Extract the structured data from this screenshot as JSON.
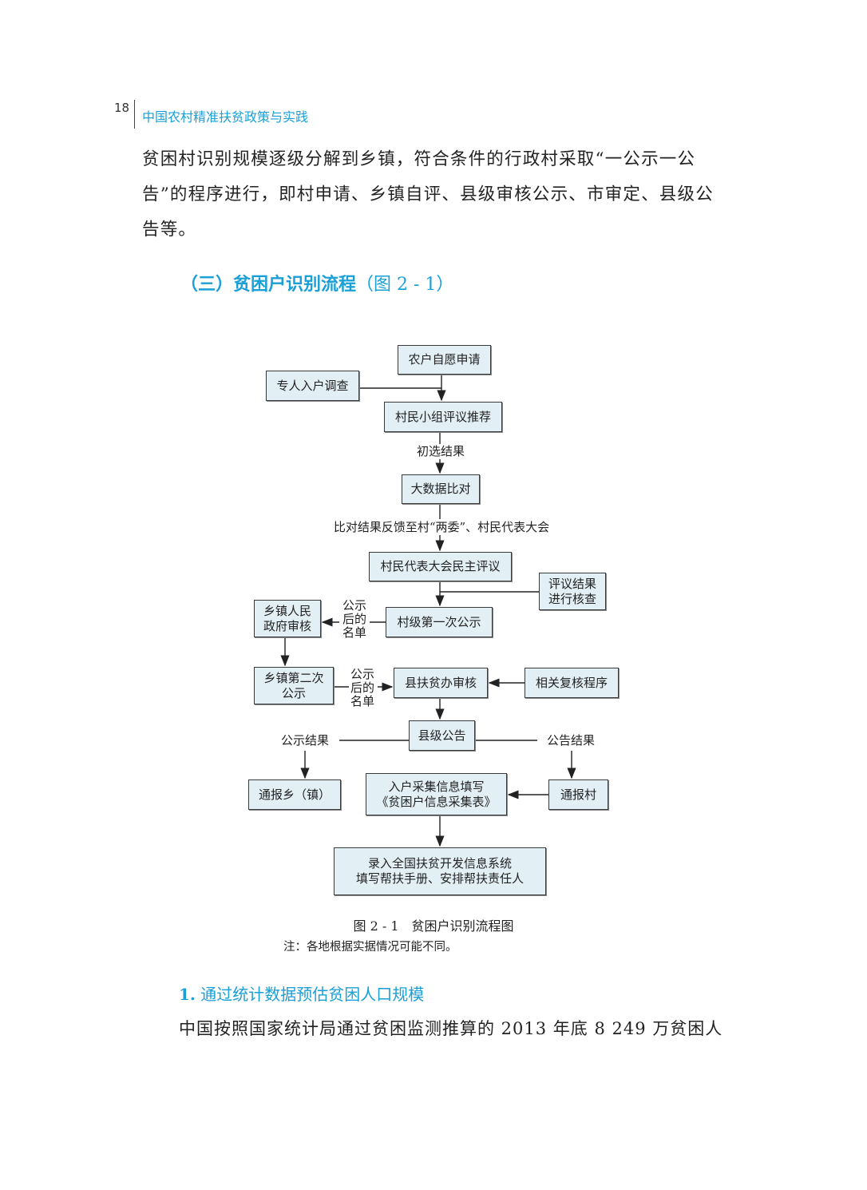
{
  "header": {
    "page_number": "18",
    "book_title": "中国农村精准扶贫政策与实践"
  },
  "paragraph1": [
    "贫困村识别规模逐级分解到乡镇，符合条件的行政村采取“一公示一公",
    "告”的程序进行，即村申请、乡镇自评、县级审核公示、市审定、县级公",
    "告等。"
  ],
  "section": {
    "title": "（三）贫困户识别流程",
    "figref": "（图 2 - 1）"
  },
  "flow": {
    "b1": "农户自愿申请",
    "b2": "专人入户调查",
    "b3": "村民小组评议推荐",
    "l1": "初选结果",
    "b4": "大数据比对",
    "l2": "比对结果反馈至村“两委”、村民代表大会",
    "b5": "村民代表大会民主评议",
    "b6a": "评议结果",
    "b6b": "进行核查",
    "b7": "村级第一次公示",
    "b8a": "乡镇人民",
    "b8b": "政府审核",
    "l3": [
      "公示",
      "后的",
      "名单"
    ],
    "b9a": "乡镇第二次",
    "b9b": "公示",
    "l4": [
      "公示",
      "后的",
      "名单"
    ],
    "b10": "县扶贫办审核",
    "b11": "相关复核程序",
    "b12": "县级公告",
    "l5": "公示结果",
    "l6": "公告结果",
    "b13": "通报乡（镇）",
    "b14a": "入户采集信息填写",
    "b14b": "《贫困户信息采集表》",
    "b15": "通报村",
    "b16a": "录入全国扶贫开发信息系统",
    "b16b": "填写帮扶手册、安排帮扶责任人"
  },
  "caption": "图 2 - 1　贫困户识别流程图",
  "note": "注：各地根据实据情况可能不同。",
  "subsection": {
    "num": "1.",
    "title": "通过统计数据预估贫困人口规模"
  },
  "paragraph2": "中国按照国家统计局通过贫困监测推算的 2013 年底 8 249 万贫困人"
}
